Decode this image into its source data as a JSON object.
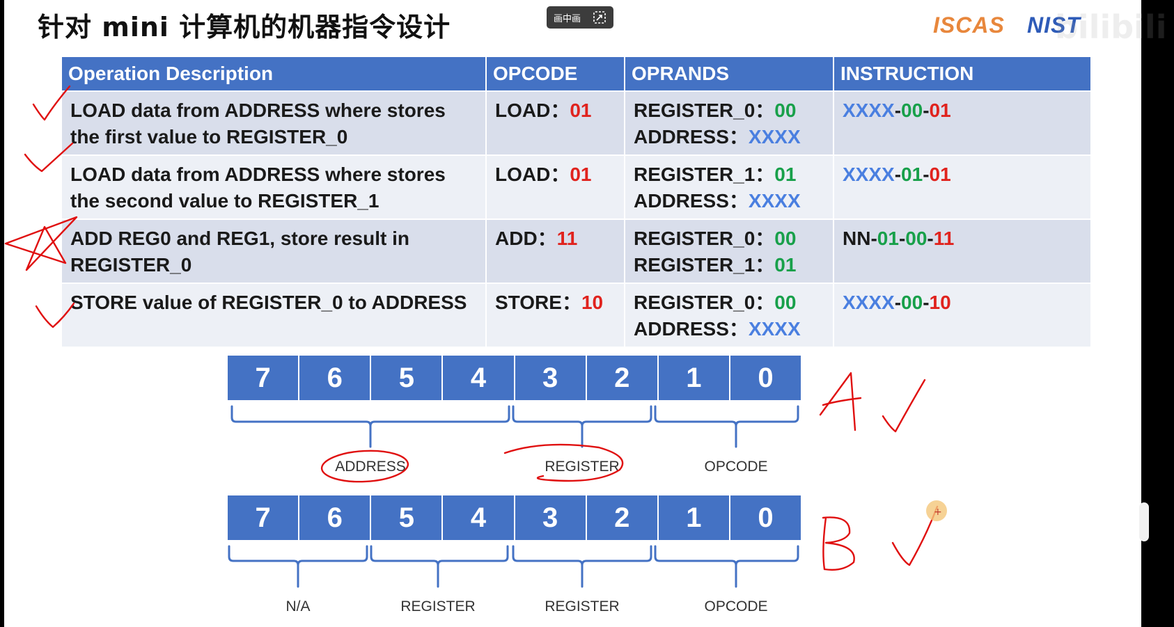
{
  "title": "针对 mini 计算机的机器指令设计",
  "pip_button": {
    "label": "画中画"
  },
  "logos": {
    "iscas": "ISCAS",
    "nist": "NIST",
    "watermark": "bilibili"
  },
  "table": {
    "headers": [
      "Operation Description",
      "OPCODE",
      "OPRANDS",
      "INSTRUCTION"
    ],
    "rows": [
      {
        "desc": [
          "LOAD data from ADDRESS where stores",
          "the first value to REGISTER_0"
        ],
        "opcode_name": "LOAD：",
        "opcode_value": "01",
        "operands": [
          {
            "name": "REGISTER_0：",
            "value": "00"
          },
          {
            "name": "ADDRESS：",
            "value": "XXXX"
          }
        ],
        "instruction": [
          "XXXX",
          "-",
          "00",
          "-",
          "01"
        ]
      },
      {
        "desc": [
          "LOAD data from ADDRESS where stores",
          "the second value to REGISTER_1"
        ],
        "opcode_name": "LOAD：",
        "opcode_value": "01",
        "operands": [
          {
            "name": "REGISTER_1：",
            "value": "01"
          },
          {
            "name": "ADDRESS：",
            "value": "XXXX"
          }
        ],
        "instruction": [
          "XXXX",
          "-",
          "01",
          "-",
          "01"
        ]
      },
      {
        "desc": [
          "ADD REG0 and REG1, store result in",
          "REGISTER_0"
        ],
        "opcode_name": "ADD：",
        "opcode_value": "11",
        "operands": [
          {
            "name": "REGISTER_0：",
            "value": "00"
          },
          {
            "name": "REGISTER_1：",
            "value": "01"
          }
        ],
        "instruction": [
          "NN",
          "-",
          "01",
          "-",
          "00",
          "-",
          "11"
        ]
      },
      {
        "desc": [
          "STORE value of REGISTER_0 to ADDRESS",
          ""
        ],
        "opcode_name": "STORE：",
        "opcode_value": "10",
        "operands": [
          {
            "name": "REGISTER_0：",
            "value": "00"
          },
          {
            "name": "ADDRESS：",
            "value": "XXXX"
          }
        ],
        "instruction": [
          "XXXX",
          "-",
          "00",
          "-",
          "10"
        ]
      }
    ]
  },
  "layout_a": {
    "bits": [
      "7",
      "6",
      "5",
      "4",
      "3",
      "2",
      "1",
      "0"
    ],
    "fields": [
      "ADDRESS",
      "REGISTER",
      "OPCODE"
    ],
    "handwritten": "A"
  },
  "layout_b": {
    "bits": [
      "7",
      "6",
      "5",
      "4",
      "3",
      "2",
      "1",
      "0"
    ],
    "fields": [
      "N/A",
      "REGISTER",
      "REGISTER",
      "OPCODE"
    ],
    "handwritten": "B"
  },
  "colors": {
    "header_blue": "#4472c4",
    "row_dark": "#d9deeb",
    "row_light": "#edf0f6",
    "red": "#e0231e",
    "green": "#18a04a",
    "blue": "#4a7fe0",
    "ink": "#e01010"
  }
}
